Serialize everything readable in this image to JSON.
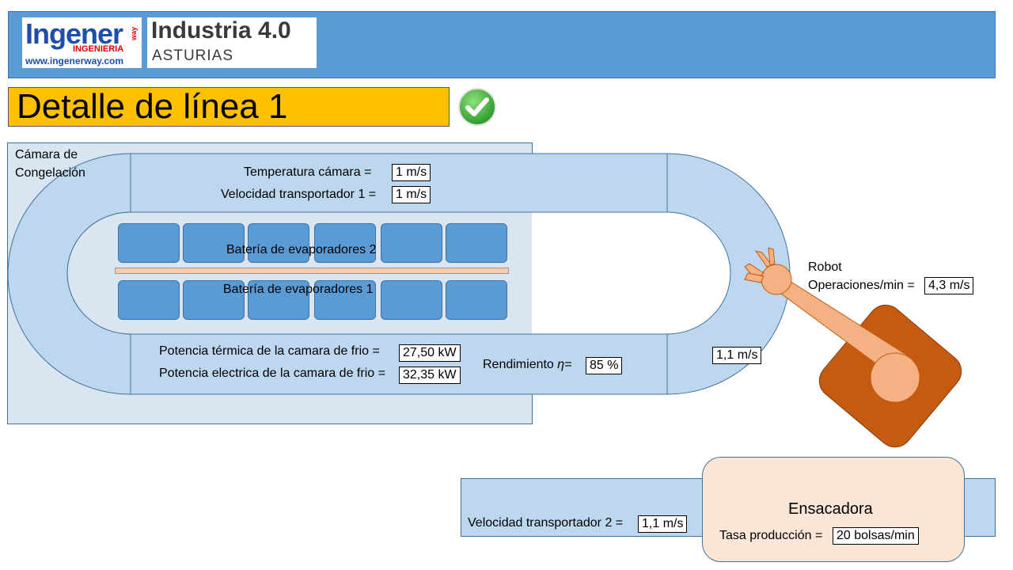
{
  "header": {
    "logo_ingener": {
      "main": "Ingener",
      "way": "way",
      "sub": "INGENIERIA",
      "url": "www.ingenerway.com"
    },
    "logo_industria": {
      "main": "Industria 4.0",
      "sub": "ASTURIAS"
    }
  },
  "title": "Detalle de línea 1",
  "status_icon": "check-icon",
  "chamber": {
    "label_line1": "Cámara de",
    "label_line2": "Congelación",
    "temperature_label": "Temperatura cámara =",
    "temperature_value": "1 m/s",
    "speed1_label": "Velocidad transportador 1 =",
    "speed1_value": "1 m/s",
    "evap2_label": "Batería de evaporadores 2",
    "evap1_label": "Batería de evaporadores 1",
    "thermal_power_label": "Potencia térmica de la camara de frio =",
    "thermal_power_value": "27,50 kW",
    "electric_power_label": "Potencia electrica de la camara de frio =",
    "electric_power_value": "32,35 kW",
    "efficiency_label": "Rendimiento",
    "efficiency_symbol": "η=",
    "efficiency_value": "85 %"
  },
  "conveyor_curve_speed": "1,1 m/s",
  "robot": {
    "label": "Robot",
    "ops_label": "Operaciones/min =",
    "ops_value": "4,3 m/s"
  },
  "conveyor2": {
    "speed_label": "Velocidad transportador 2 =",
    "speed_value": "1,1 m/s"
  },
  "ensacadora": {
    "title": "Ensacadora",
    "rate_label": "Tasa producción =",
    "rate_value": "20 bolsas/min"
  },
  "colors": {
    "header": "#5b9bd5",
    "title_bg": "#ffc000",
    "chamber_bg": "#dae5f2",
    "conveyor": "#bdd7ee",
    "evaporator": "#5b9bd5",
    "robot_base": "#c55a11",
    "robot_arm": "#f4b183",
    "ensacadora_bg": "#fbe5d6",
    "check": "#3cb043"
  }
}
